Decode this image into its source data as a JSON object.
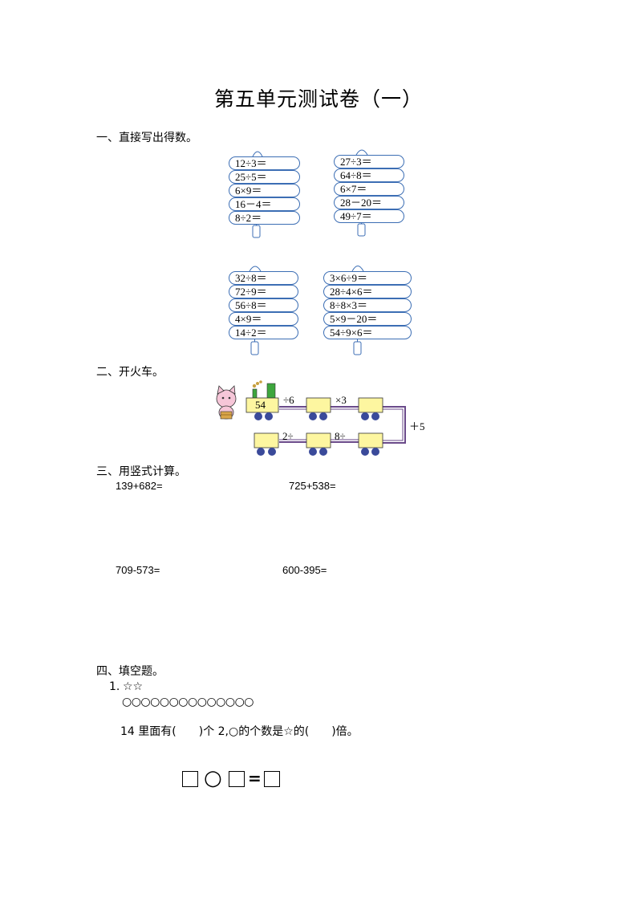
{
  "title": "第五单元测试卷（一）",
  "sections": {
    "s1": "一、直接写出得数。",
    "s2": "二、开火车。",
    "s3": "三、用竖式计算。",
    "s4": "四、填空题。"
  },
  "hangers": [
    {
      "items": [
        "12÷3＝",
        "25÷5＝",
        "6×9＝",
        "16－4＝",
        "8÷2＝"
      ]
    },
    {
      "items": [
        "27÷3＝",
        "64÷8＝",
        "6×7＝",
        "28－20＝",
        "49÷7＝"
      ]
    },
    {
      "items": [
        "32÷8＝",
        "72÷9＝",
        "56÷8＝",
        "4×9＝",
        "14÷2＝"
      ]
    },
    {
      "items": [
        "3×6÷9＝",
        "28÷4×6＝",
        "8÷8×3＝",
        "5×9－20＝",
        "54÷9×6＝"
      ]
    }
  ],
  "train": {
    "start": "54",
    "op1": "÷6",
    "op2": "×3",
    "op3": "＋5",
    "op4": "8÷",
    "op5": "2÷"
  },
  "vertical": [
    "139+682=",
    "725+538=",
    "709-573=",
    "600-395="
  ],
  "fill": {
    "q1_num": "1.",
    "stars": "☆☆",
    "circles": "○○○○○○○○○○○○○○",
    "sentence": "14 里面有(　　)个 2,○的个数是☆的(　　)倍。",
    "equation": {
      "circle": "○",
      "equals": "="
    }
  }
}
